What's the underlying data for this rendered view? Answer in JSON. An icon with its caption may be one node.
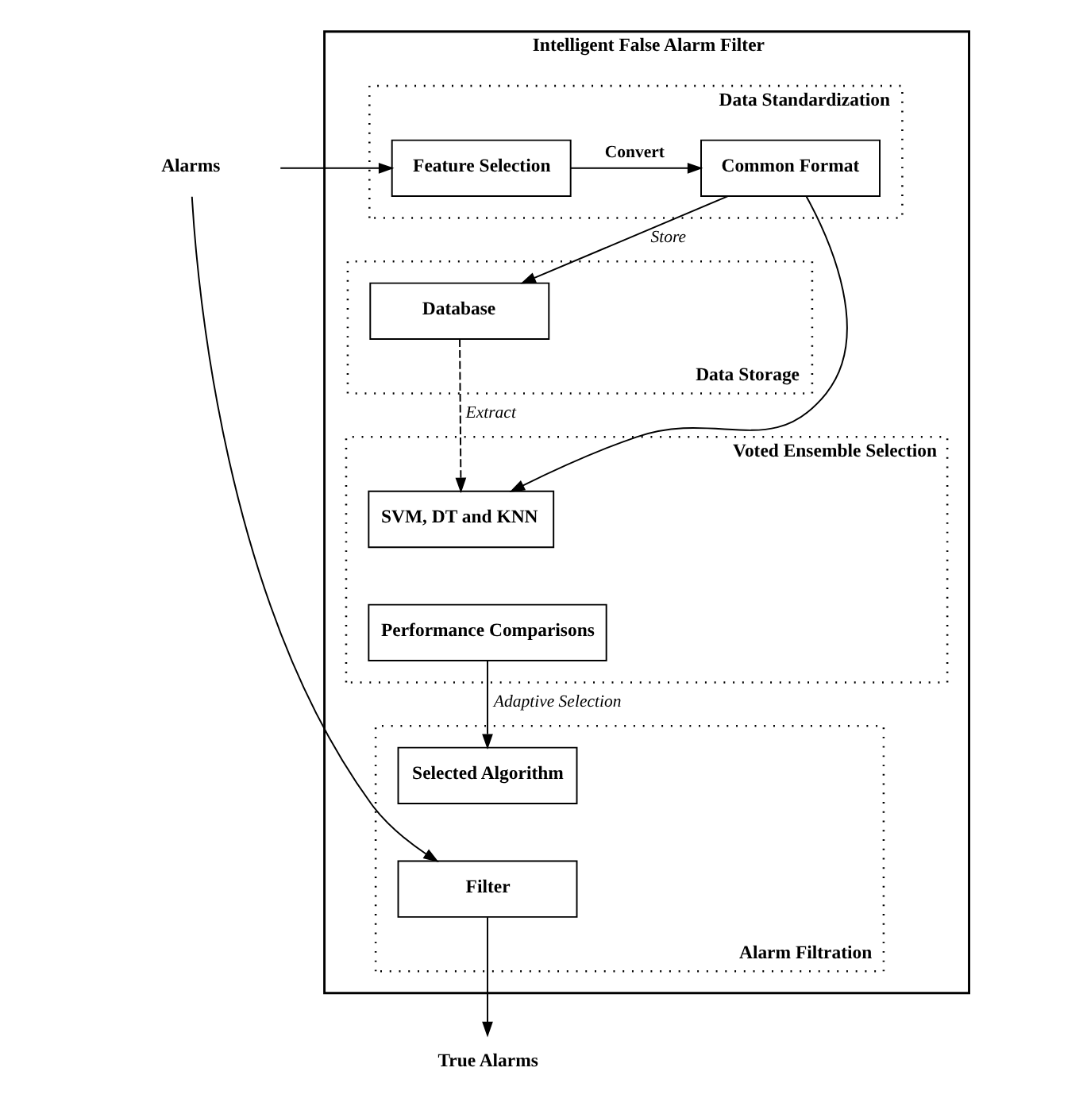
{
  "diagram": {
    "nodes": [
      {
        "text": [
          "Intelligent False Alarm Filter"
        ]
      },
      {
        "text": [
          "Data Standardization"
        ],
        "in": 0
      },
      {
        "text": [
          "Feature Selection"
        ],
        "in": 1
      },
      {
        "text": [
          "Common Format"
        ],
        "in": 1
      },
      {
        "text": [
          "Data Storage"
        ],
        "in": 0
      },
      {
        "text": [
          "Database"
        ],
        "in": 4
      },
      {
        "text": [
          "Voted Ensemble Selection"
        ],
        "in": 0
      },
      {
        "text": [
          "SVM, DT and KNN"
        ],
        "in": 6
      },
      {
        "text": [
          "Performance Comparisons"
        ],
        "in": 6
      },
      {
        "text": [
          "Alarm Filtration"
        ],
        "in": 0
      },
      {
        "text": [
          "Selected Algorithm"
        ],
        "in": 9
      },
      {
        "text": [
          "Filter"
        ],
        "in": 9
      },
      {
        "text": [
          "Alarms"
        ]
      },
      {
        "text": [
          "True Alarms"
        ]
      }
    ],
    "edges": [
      {
        "from": 12,
        "to": 2,
        "arrow": "to"
      },
      {
        "from": 12,
        "to": 11,
        "arrow": "to"
      },
      {
        "from": 2,
        "to": 3,
        "label": "Convert",
        "arrow": "to"
      },
      {
        "from": 3,
        "to": 5,
        "label": "Store",
        "arrow": "to"
      },
      {
        "from": 3,
        "to": 7,
        "arrow": "to"
      },
      {
        "from": 5,
        "to": 7,
        "label": "Extract",
        "arrow": "to",
        "style": "dashed"
      },
      {
        "from": 8,
        "to": 10,
        "label": "Adaptive Selection",
        "arrow": "to"
      },
      {
        "from": 11,
        "to": 13,
        "arrow": "to"
      }
    ]
  }
}
